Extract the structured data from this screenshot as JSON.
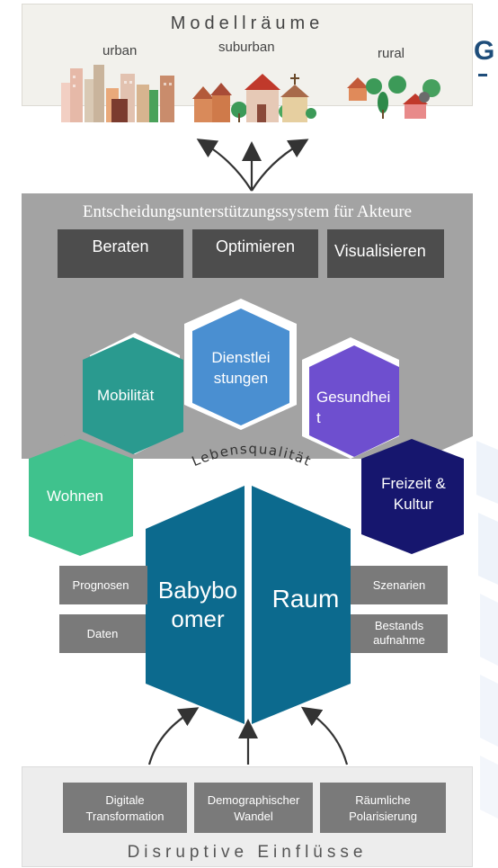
{
  "model_spaces": {
    "title": "Modellräume",
    "labels": [
      "urban",
      "suburban",
      "rural"
    ]
  },
  "logo_fragment": "G",
  "decision_support": {
    "title": "Entscheidungsunterstützungssystem für Akteure",
    "buttons": [
      "Beraten",
      "Optimieren",
      "Visualisieren"
    ]
  },
  "hexagons": {
    "mobilitaet": "Mobilität",
    "dienstleistungen": "Dienstleistungen",
    "gesundheit": "Gesundheit",
    "wohnen": "Wohnen",
    "freizeit": "Freizeit & Kultur"
  },
  "center_label": "Lebensqualität",
  "core": {
    "left": "Babyboomer",
    "right": "Raum"
  },
  "left_boxes": [
    "Prognosen",
    "Daten"
  ],
  "right_boxes": [
    "Szenarien",
    "Bestandsaufnahme"
  ],
  "disruptive": {
    "title": "Disruptive Einflüsse",
    "items": [
      "Digitale Transformation",
      "Demographischer Wandel",
      "Räumliche Polarisierung"
    ]
  },
  "colors": {
    "band_gray": "#a3a3a3",
    "dark_button": "#4d4d4d",
    "mid_gray": "#7a7a7a",
    "core_blue": "#0c6a8e",
    "mobilitaet": "#2a9a8f",
    "dienstleistungen": "#4a8fd1",
    "gesundheit": "#6e4fcf",
    "wohnen": "#3fc28d",
    "freizeit": "#16166e"
  }
}
